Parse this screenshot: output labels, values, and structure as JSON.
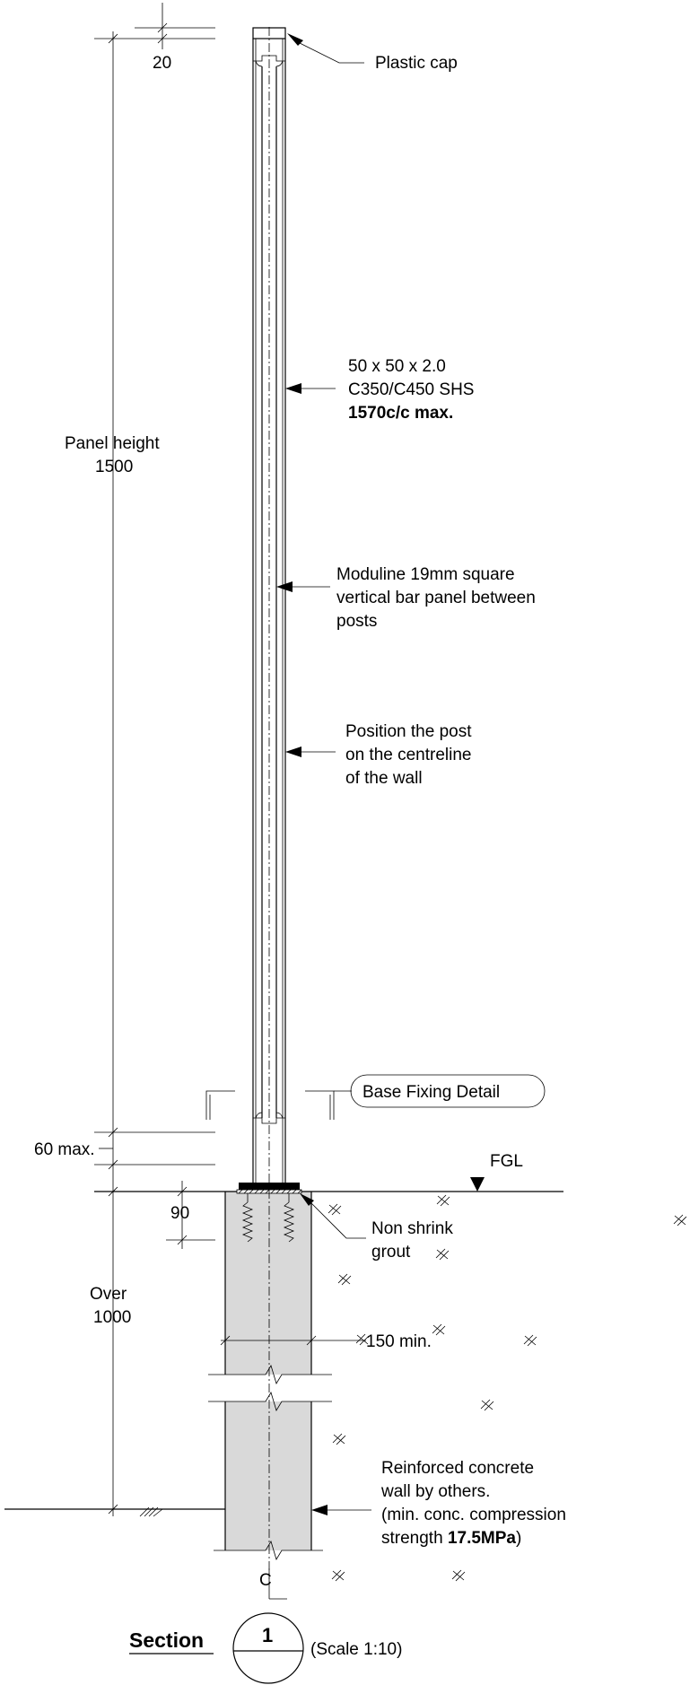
{
  "labels": {
    "cap": "Plastic cap",
    "post_1": "50 x 50 x 2.0",
    "post_2": "C350/C450 SHS",
    "post_3": "1570c/c max.",
    "panel_1": "Moduline 19mm square",
    "panel_2": "vertical bar panel between",
    "panel_3": "posts",
    "position_1": "Position the post",
    "position_2": "on the centreline",
    "position_3": "of the wall",
    "base_fixing": "Base Fixing Detail",
    "fgl": "FGL",
    "grout_1": "Non shrink",
    "grout_2": "grout",
    "min150": "150 min.",
    "wall_1": "Reinforced concrete",
    "wall_2": "wall by others.",
    "wall_3": "(min. conc. compression",
    "wall_4a": "strength ",
    "wall_4b": "17.5MPa",
    "wall_4c": ")",
    "centreline": "C",
    "section": "Section",
    "section_number": "1",
    "scale": "(Scale 1:10)"
  },
  "dimensions": {
    "cap_gap": "20",
    "panel_height_label": "Panel height",
    "panel_height_value": "1500",
    "base_gap": "60 max.",
    "embed": "90",
    "depth_label": "Over",
    "depth_value": "1000"
  },
  "colors": {
    "line": "#000000",
    "concrete": "#d9d9d9",
    "background": "#ffffff"
  }
}
